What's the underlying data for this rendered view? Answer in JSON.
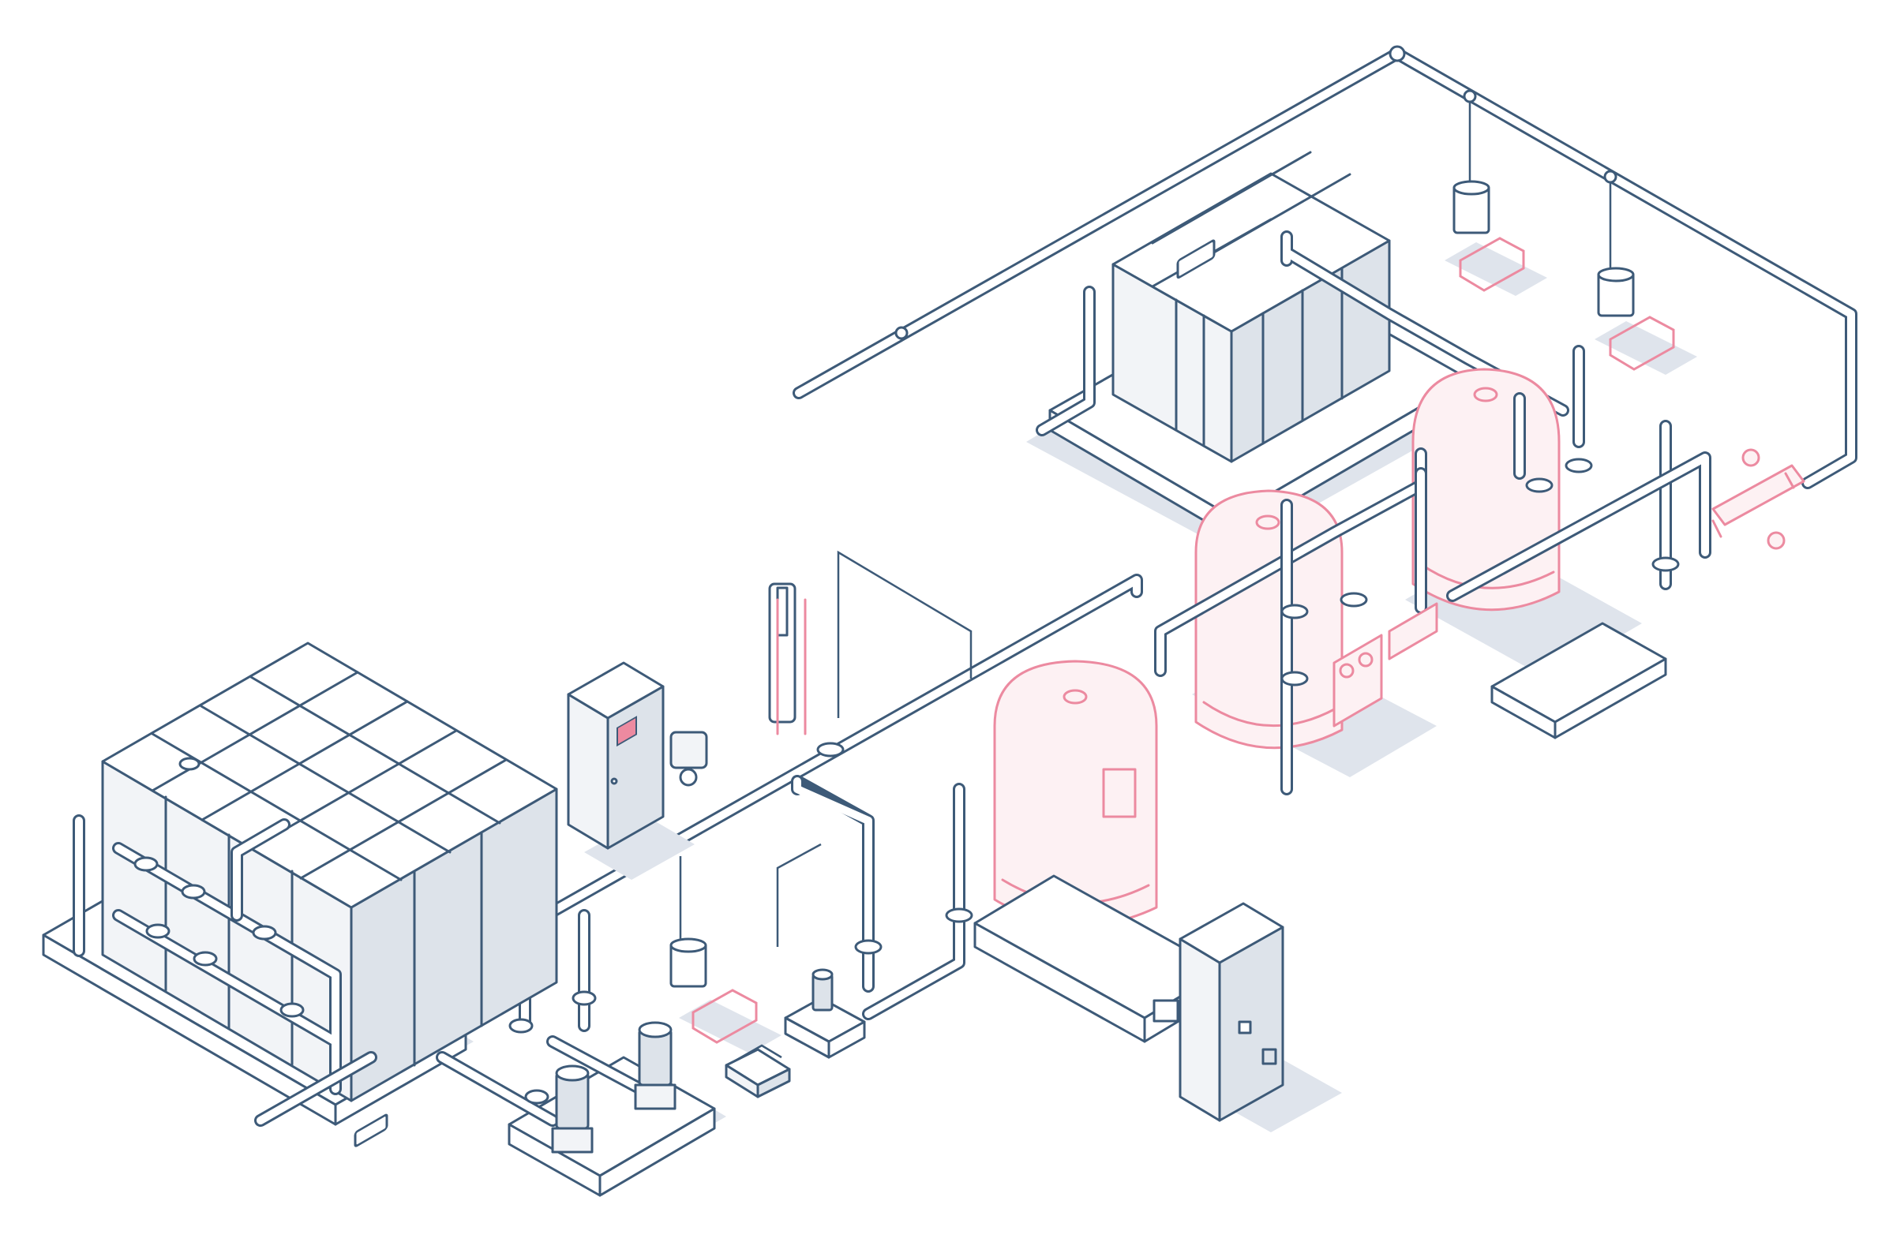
{
  "colors": {
    "line": "#3d5a78",
    "accent_pink": "#ec8aa0",
    "shadow": "#dfe4ec",
    "background": "#ffffff"
  },
  "components": [
    {
      "id": "storage-tank-large",
      "kind": "sectional water tank with valve manifold"
    },
    {
      "id": "storage-tank-upper",
      "kind": "sectional water tank"
    },
    {
      "id": "pressure-vessel-front",
      "kind": "pink pressure vessel"
    },
    {
      "id": "pressure-vessel-middle",
      "kind": "pink pressure vessel"
    },
    {
      "id": "pressure-vessel-back",
      "kind": "pink pressure vessel"
    },
    {
      "id": "booster-pump-set",
      "kind": "twin vertical pumps on plinth"
    },
    {
      "id": "electrical-cabinet-left",
      "kind": "control cabinet with red display"
    },
    {
      "id": "electrical-cabinet-right",
      "kind": "control cabinet"
    },
    {
      "id": "dosing-units",
      "kind": "three dosing tanks with pink pumps"
    },
    {
      "id": "filter-column",
      "kind": "cartridge filter on stand"
    },
    {
      "id": "uv-steriliser",
      "kind": "pink in-line steriliser"
    },
    {
      "id": "robot-cleaner",
      "kind": "tracked pool cleaner"
    }
  ]
}
